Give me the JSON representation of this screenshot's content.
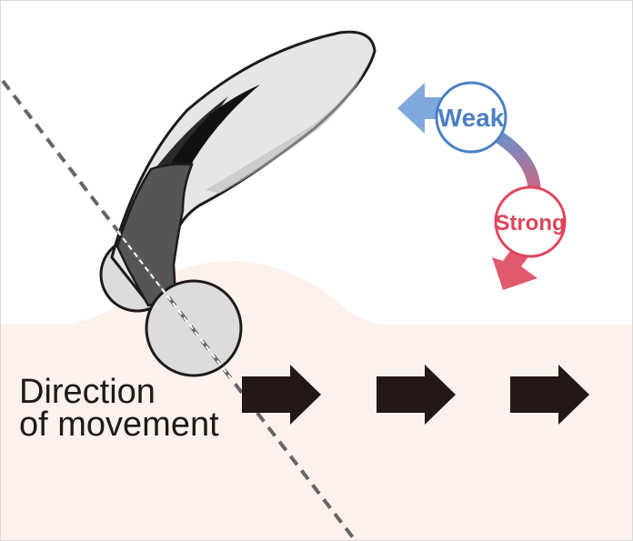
{
  "labels": {
    "weak": "Weak",
    "strong": "Strong",
    "direction_line1": "Direction",
    "direction_line2": "of movement"
  },
  "colors": {
    "skin": "#fdf1ec",
    "weak": "#4a7fc1",
    "weak_arrow": "#7fa9dc",
    "strong": "#e0455c",
    "strong_arrow": "#e05a6f",
    "movement_arrow": "#231815",
    "dashed_line": "#666666"
  },
  "icons": {
    "device": "facial-roller-device",
    "movement": "right-arrow"
  }
}
